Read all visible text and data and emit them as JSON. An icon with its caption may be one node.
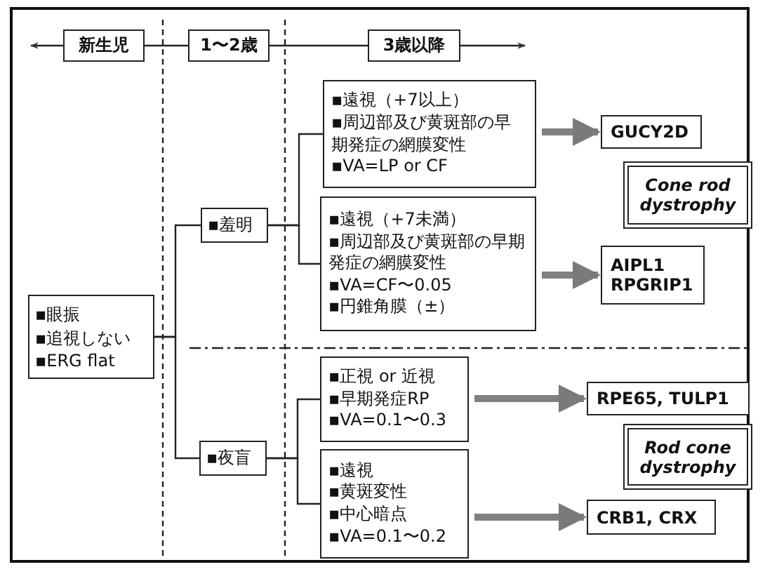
{
  "diagram": {
    "nodes": [
      {
        "text": [
          "新生児"
        ]
      },
      {
        "text": [
          "1〜2歳"
        ]
      },
      {
        "text": [
          "3歳以降"
        ]
      },
      {
        "text": [
          "▪眼振",
          "▪追視しない",
          "▪ERG flat"
        ]
      },
      {
        "text": [
          "▪羞明"
        ]
      },
      {
        "text": [
          "▪夜盲"
        ]
      },
      {
        "text": [
          "▪遠視（+7以上）",
          "▪周辺部及び黄斑部の早期発症の網膜変性",
          "▪VA=LP or CF"
        ]
      },
      {
        "text": [
          "▪遠視（+7未満）",
          "▪周辺部及び黄斑部の早期発症の網膜変性",
          "▪VA=CF〜0.05",
          "▪円錐角膜（±）"
        ]
      },
      {
        "text": [
          "▪正視 or 近視",
          "▪早期発症RP",
          "▪VA=0.1〜0.3"
        ]
      },
      {
        "text": [
          "▪遠視",
          "▪黄斑変性",
          "▪中心暗点",
          "▪VA=0.1〜0.2"
        ]
      },
      {
        "text": [
          "GUCY2D"
        ]
      },
      {
        "text": [
          "Cone rod dystrophy"
        ]
      },
      {
        "text": [
          "AIPL1",
          "RPGRIP1"
        ]
      },
      {
        "text": [
          "RPE65, TULP1"
        ]
      },
      {
        "text": [
          "Rod cone dystrophy"
        ]
      },
      {
        "text": [
          "CRB1, CRX"
        ]
      }
    ],
    "edges": [
      {
        "from": 0,
        "to": 1,
        "arrow": "none"
      },
      {
        "from": 1,
        "to": 2,
        "arrow": "none"
      },
      {
        "from": 3,
        "to": 4,
        "arrow": "none"
      },
      {
        "from": 3,
        "to": 5,
        "arrow": "none"
      },
      {
        "from": 4,
        "to": 6,
        "arrow": "none"
      },
      {
        "from": 4,
        "to": 7,
        "arrow": "none"
      },
      {
        "from": 5,
        "to": 8,
        "arrow": "none"
      },
      {
        "from": 5,
        "to": 9,
        "arrow": "none"
      },
      {
        "from": 6,
        "to": 10,
        "arrow": "to",
        "style": "thick",
        "color": "#808080"
      },
      {
        "from": 7,
        "to": 12,
        "arrow": "to",
        "style": "thick",
        "color": "#808080"
      },
      {
        "from": 8,
        "to": 13,
        "arrow": "to",
        "style": "thick",
        "color": "#808080"
      },
      {
        "from": 9,
        "to": 15,
        "arrow": "to",
        "style": "thick",
        "color": "#808080"
      }
    ]
  }
}
